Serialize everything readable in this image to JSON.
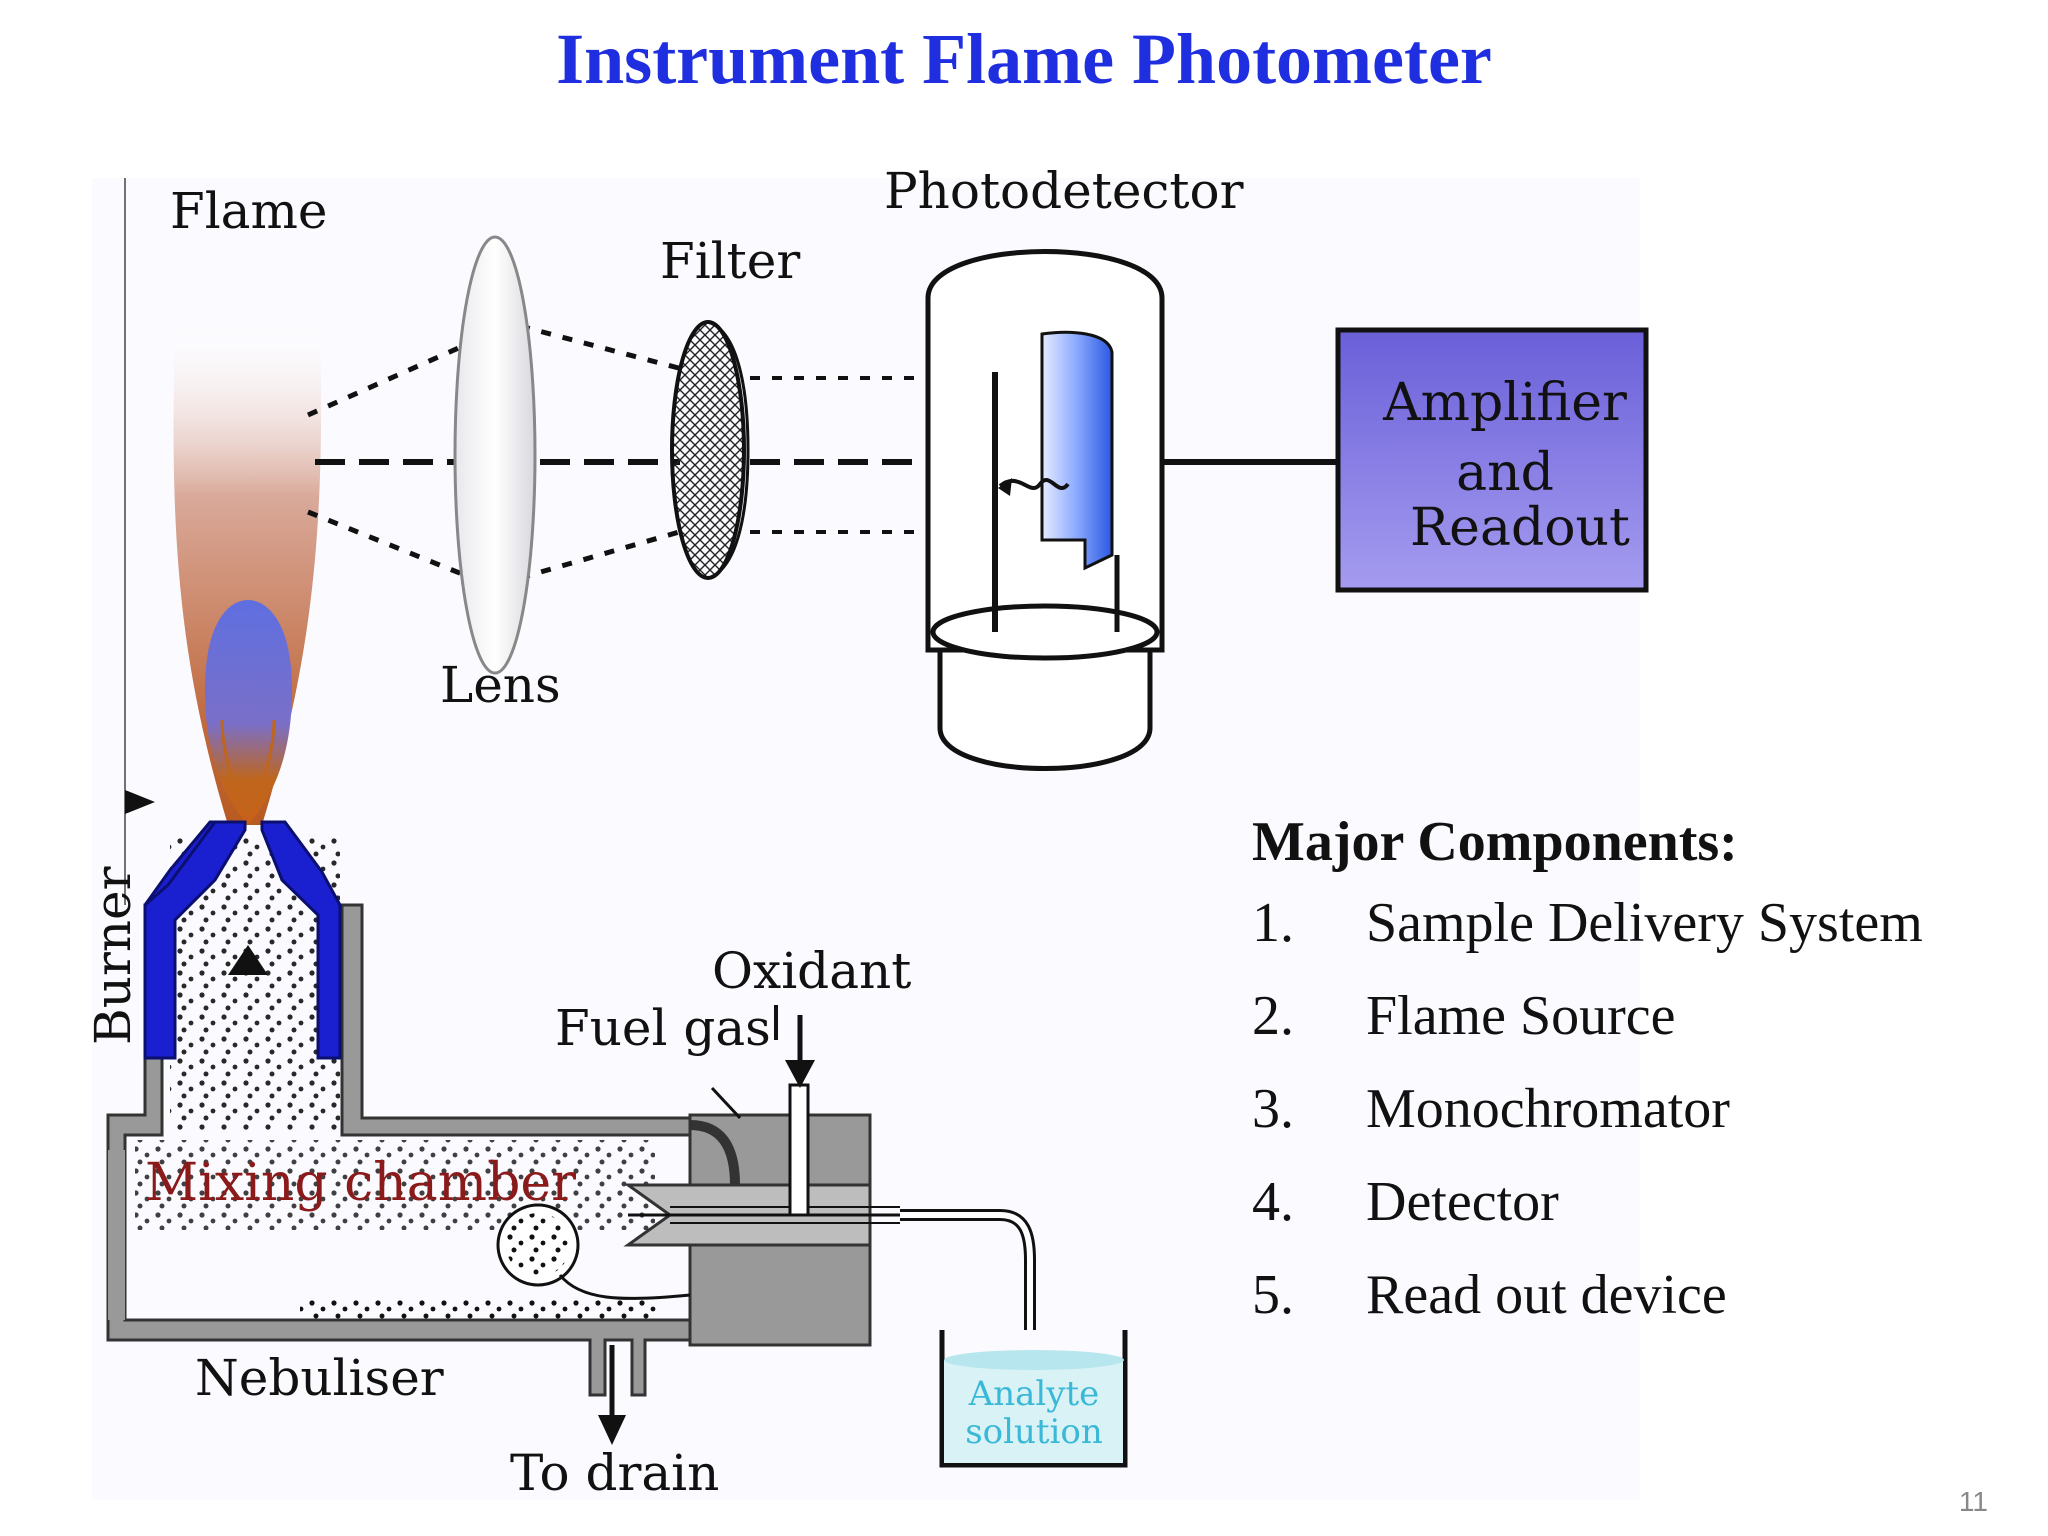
{
  "title": "Instrument Flame Photometer",
  "labels": {
    "flame": "Flame",
    "lens": "Lens",
    "filter": "Filter",
    "photodetector": "Photodetector",
    "amplifier_line1": "Amplifier",
    "amplifier_line2": "and",
    "amplifier_line3": "Readout",
    "burner": "Burner",
    "oxidant": "Oxidant",
    "fuel_gas": "Fuel gas",
    "mixing_chamber": "Mixing chamber",
    "nebuliser": "Nebuliser",
    "to_drain": "To drain",
    "analyte_line1": "Analyte",
    "analyte_line2": "solution"
  },
  "components": {
    "heading": "Major Components:",
    "items": [
      {
        "num": "1.",
        "text": "Sample Delivery System"
      },
      {
        "num": "2.",
        "text": "Flame Source"
      },
      {
        "num": "3.",
        "text": "Monochromator"
      },
      {
        "num": "4.",
        "text": "Detector"
      },
      {
        "num": "5.",
        "text": "Read out device"
      }
    ]
  },
  "page_number": "11",
  "colors": {
    "title": "#1f2fe0",
    "burner_blue": "#1a1fd0",
    "amplifier_fill": "#7b6fdc",
    "mixing_label": "#8b1a1a",
    "analyte_label": "#3ab8d8"
  }
}
